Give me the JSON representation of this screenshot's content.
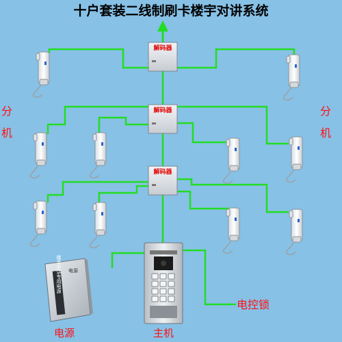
{
  "title": "十户套装二线制刷卡楼宇对讲系统",
  "side_labels": {
    "left": [
      "分",
      "机"
    ],
    "right": [
      "分",
      "机"
    ]
  },
  "decoder_label": "解码器",
  "power_label": "电源",
  "power_box_text": "楼宇对讲专用电源",
  "power_box_top": "电源",
  "main_unit_label": "主机",
  "lock_label": "电控锁",
  "colors": {
    "background": "#87c1e6",
    "wire": "#22dd22",
    "label_red": "#ff1111",
    "decoder_text": "#e00000"
  }
}
